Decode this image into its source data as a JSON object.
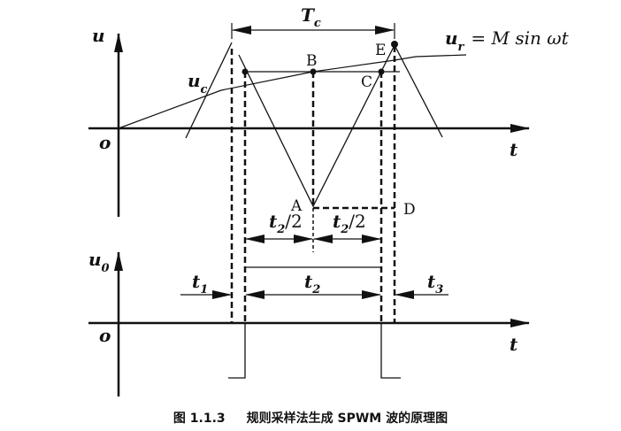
{
  "labels": {
    "u": "u",
    "t_top": "t",
    "o_top": "o",
    "Tc": "T",
    "Tc_sub": "c",
    "ur": "u",
    "ur_sub": "r",
    "ur_eq": "= M sin ωt",
    "uc": "u",
    "uc_sub": "c",
    "A": "A",
    "B": "B",
    "C": "C",
    "D": "D",
    "E": "E",
    "t2half_left": "t",
    "t2half_right": "t",
    "t2half_sub": "2",
    "t2half_div": "/2",
    "u0": "u",
    "u0_sub": "0",
    "o_bottom": "o",
    "t_bottom": "t",
    "t1": "t",
    "t1_sub": "1",
    "t2": "t",
    "t2_sub": "2",
    "t3": "t",
    "t3_sub": "3"
  },
  "caption": {
    "number": "图 1.1.3",
    "title": "规则采样法生成 SPWM 波的原理图"
  }
}
